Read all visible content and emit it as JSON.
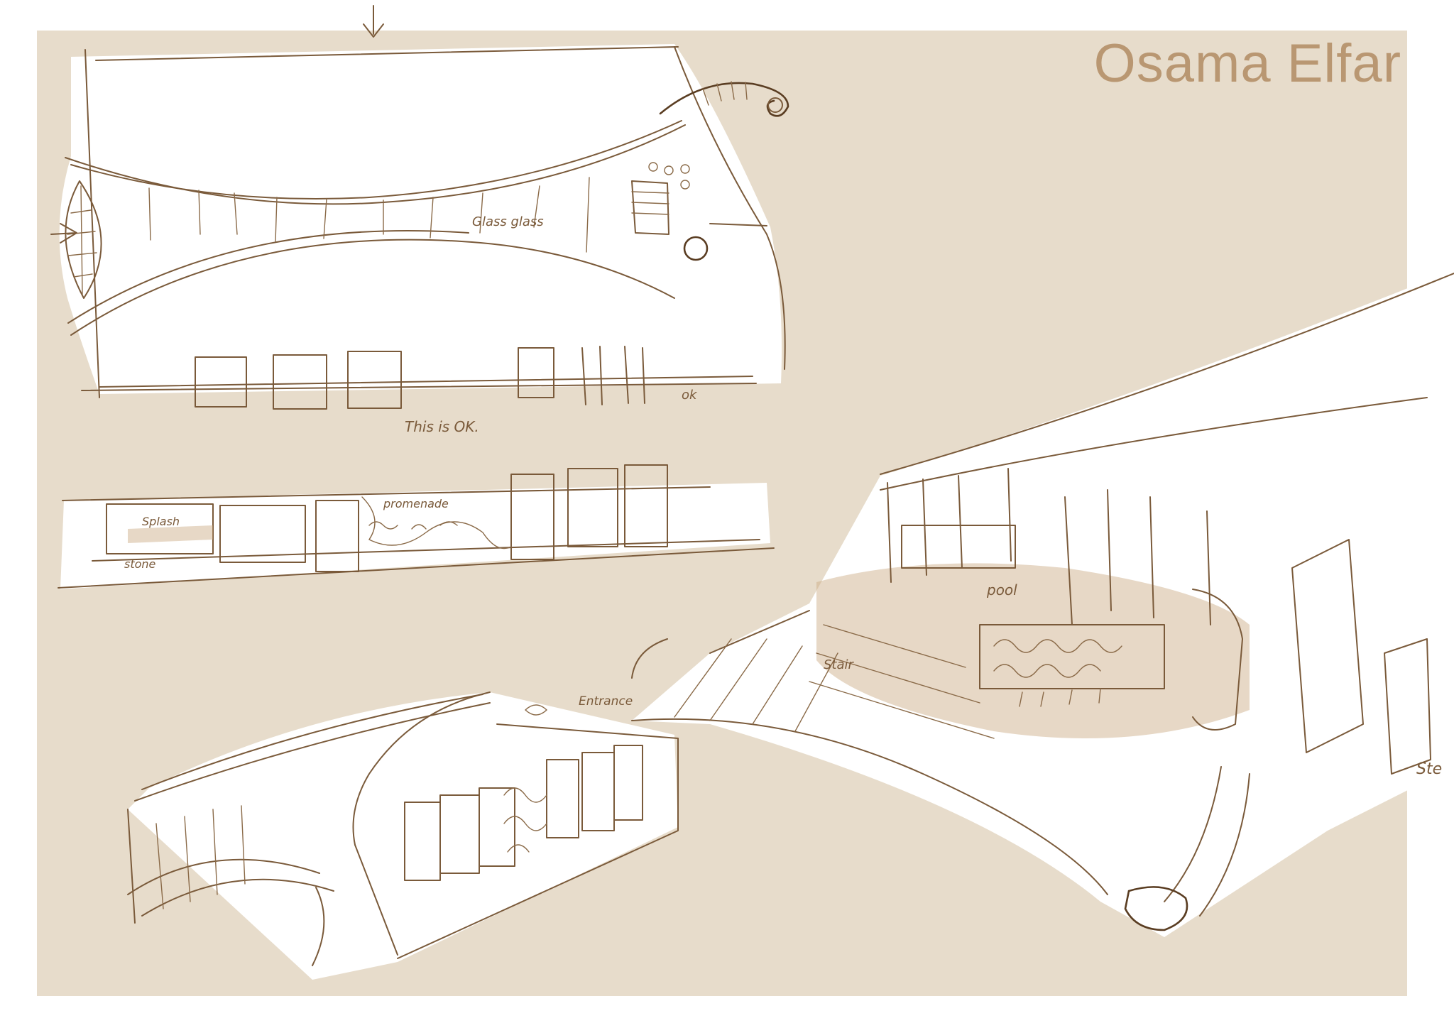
{
  "author": "Osama Elfar",
  "colors": {
    "background_panel": "#e7dccb",
    "ink": "#7a5a3a",
    "title": "#b99772",
    "paper": "#ffffff"
  },
  "annotations": {
    "glass": "Glass glass",
    "ok_mark": "ok",
    "approval_note": "This is OK.",
    "splash": "Splash",
    "stone": "stone",
    "promenade": "promenade",
    "entrance": "Entrance",
    "pool": "pool",
    "stair": "Stair",
    "steps": "Ste"
  }
}
